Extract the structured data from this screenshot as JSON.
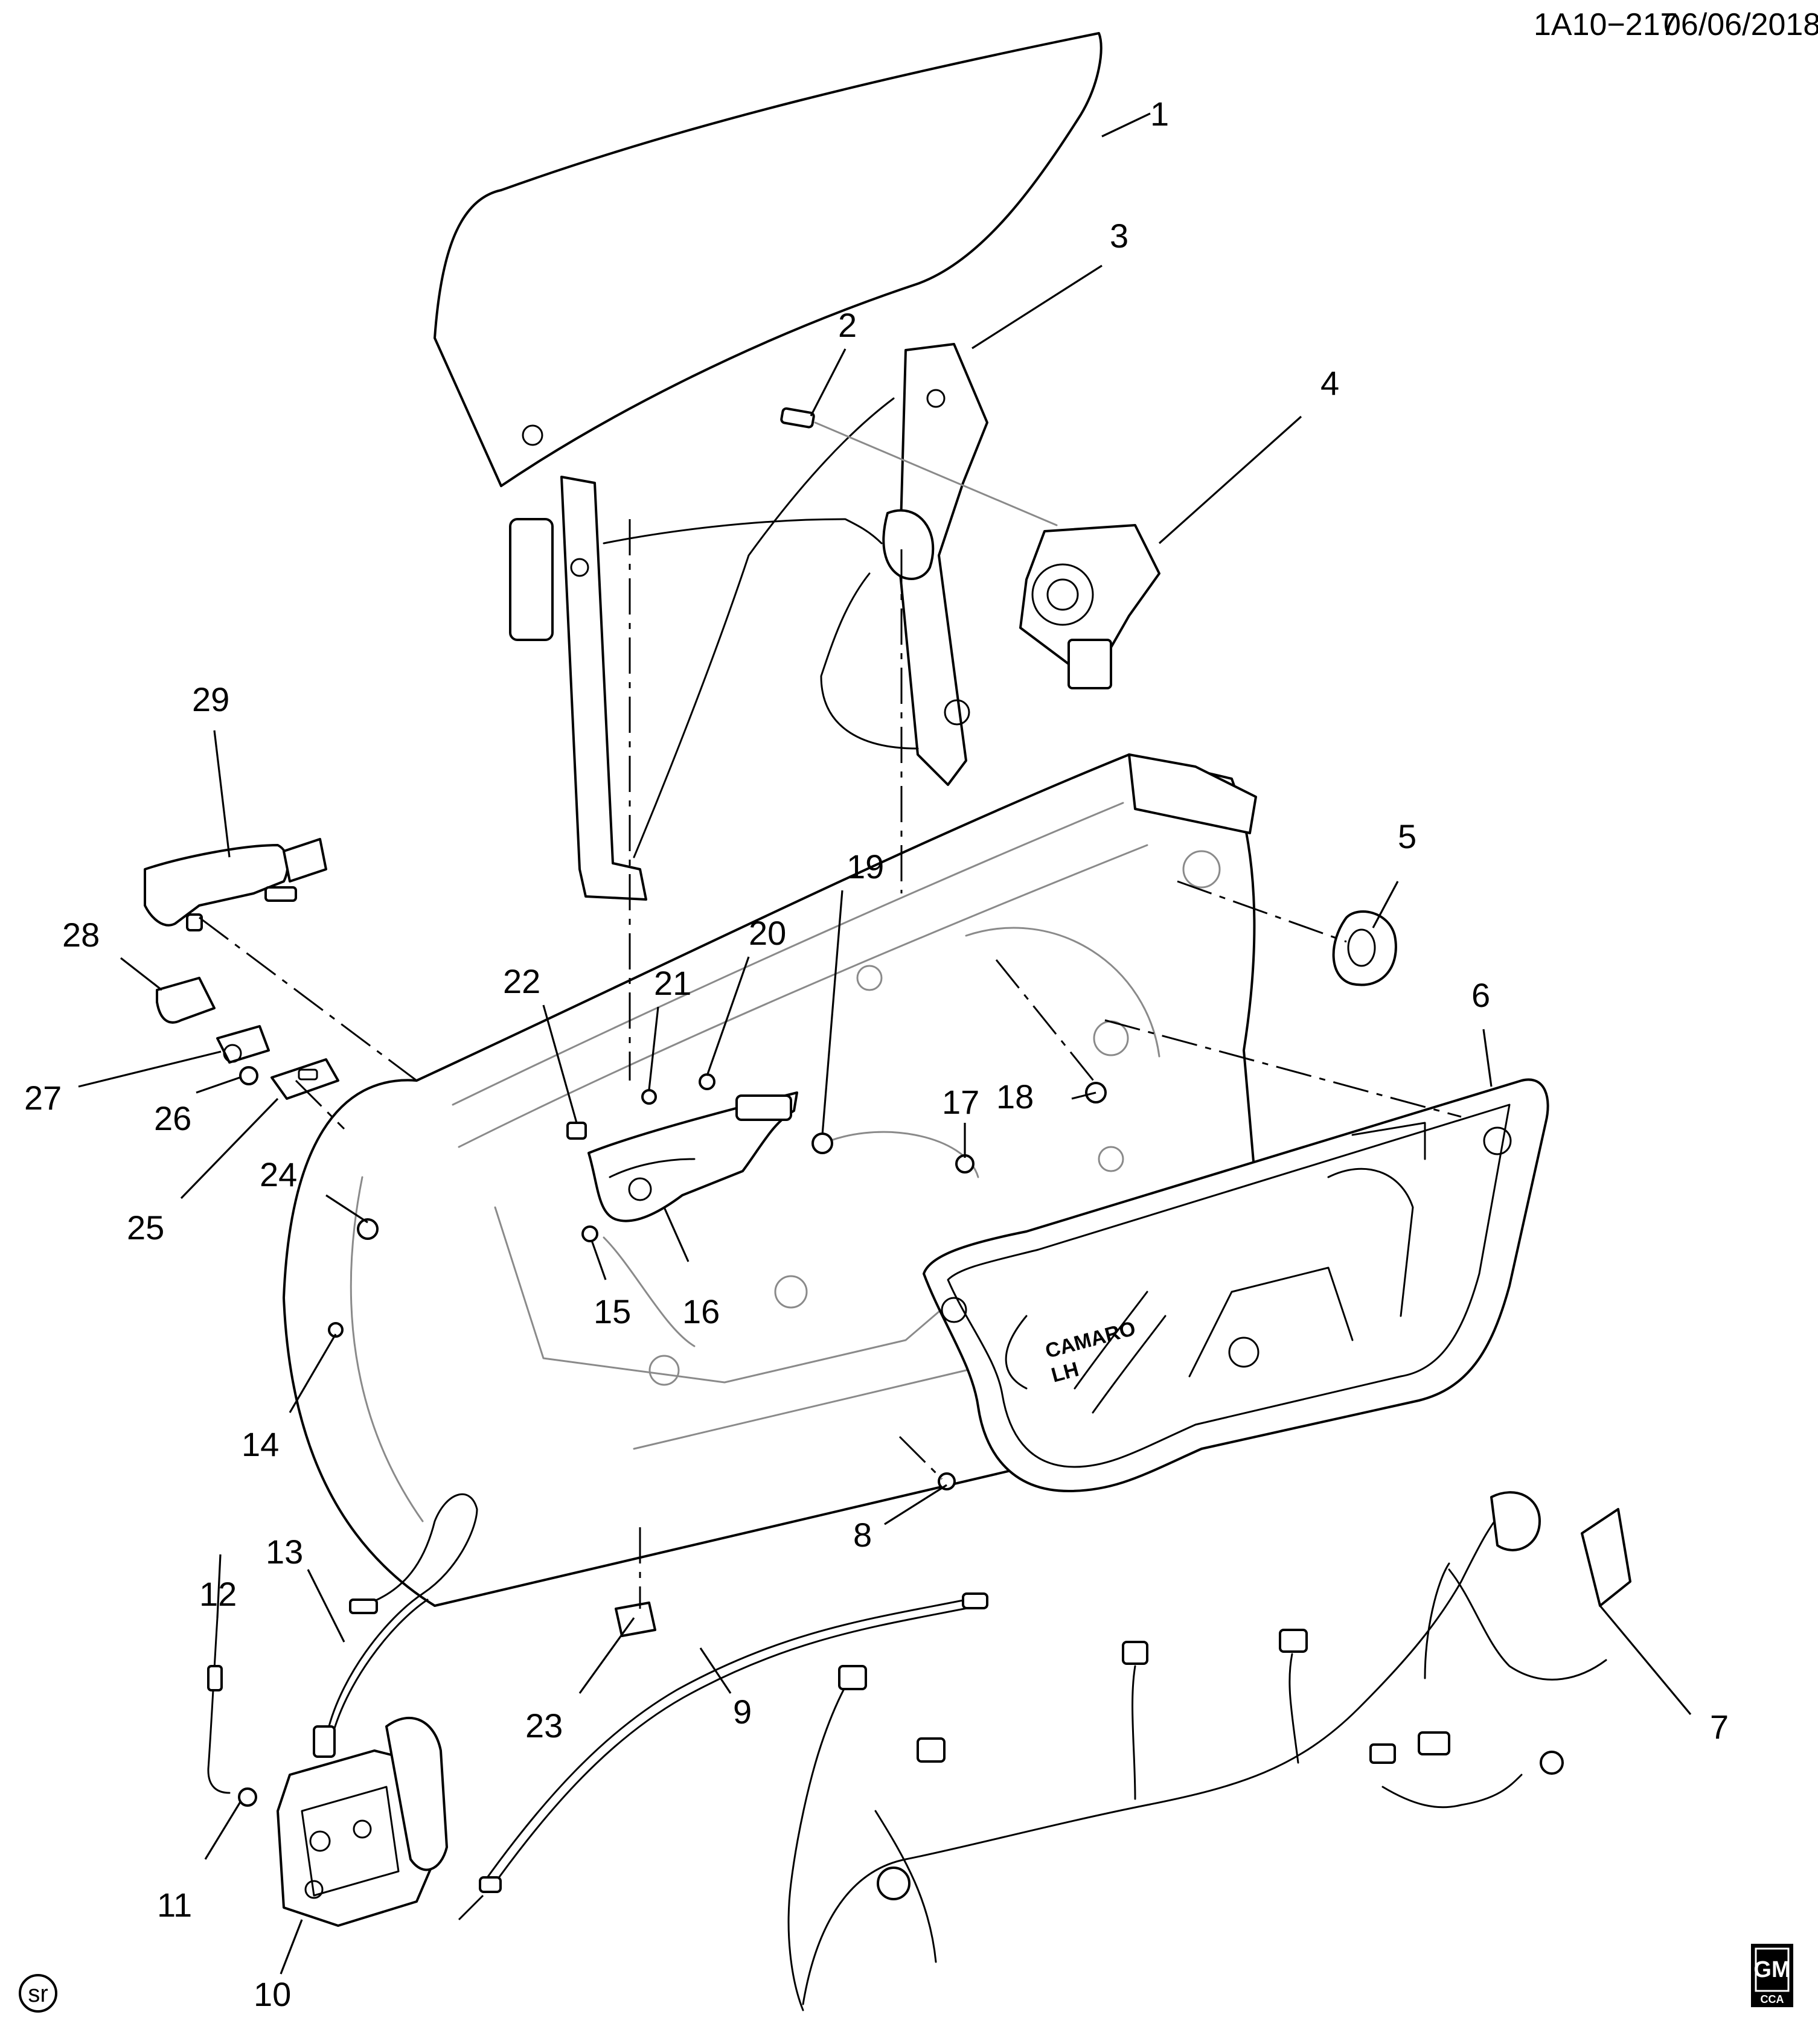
{
  "header": {
    "code": "1A10−217",
    "date": "06/06/2018"
  },
  "callouts": [
    {
      "id": "1",
      "label": "1"
    },
    {
      "id": "2",
      "label": "2"
    },
    {
      "id": "3",
      "label": "3"
    },
    {
      "id": "4",
      "label": "4"
    },
    {
      "id": "5",
      "label": "5"
    },
    {
      "id": "6",
      "label": "6"
    },
    {
      "id": "7",
      "label": "7"
    },
    {
      "id": "8",
      "label": "8"
    },
    {
      "id": "9",
      "label": "9"
    },
    {
      "id": "10",
      "label": "10"
    },
    {
      "id": "11",
      "label": "11"
    },
    {
      "id": "12",
      "label": "12"
    },
    {
      "id": "13",
      "label": "13"
    },
    {
      "id": "14",
      "label": "14"
    },
    {
      "id": "15",
      "label": "15"
    },
    {
      "id": "16",
      "label": "16"
    },
    {
      "id": "17",
      "label": "17"
    },
    {
      "id": "18",
      "label": "18"
    },
    {
      "id": "19",
      "label": "19"
    },
    {
      "id": "20",
      "label": "20"
    },
    {
      "id": "21",
      "label": "21"
    },
    {
      "id": "22",
      "label": "22"
    },
    {
      "id": "23",
      "label": "23"
    },
    {
      "id": "24",
      "label": "24"
    },
    {
      "id": "25",
      "label": "25"
    },
    {
      "id": "26",
      "label": "26"
    },
    {
      "id": "27",
      "label": "27"
    },
    {
      "id": "28",
      "label": "28"
    },
    {
      "id": "29",
      "label": "29"
    }
  ],
  "panel_marking": {
    "line1": "CAMARO",
    "line2": "LH"
  },
  "badges": {
    "source_mark": "sr",
    "brand_mark": "GM",
    "brand_sub": "CCA"
  }
}
